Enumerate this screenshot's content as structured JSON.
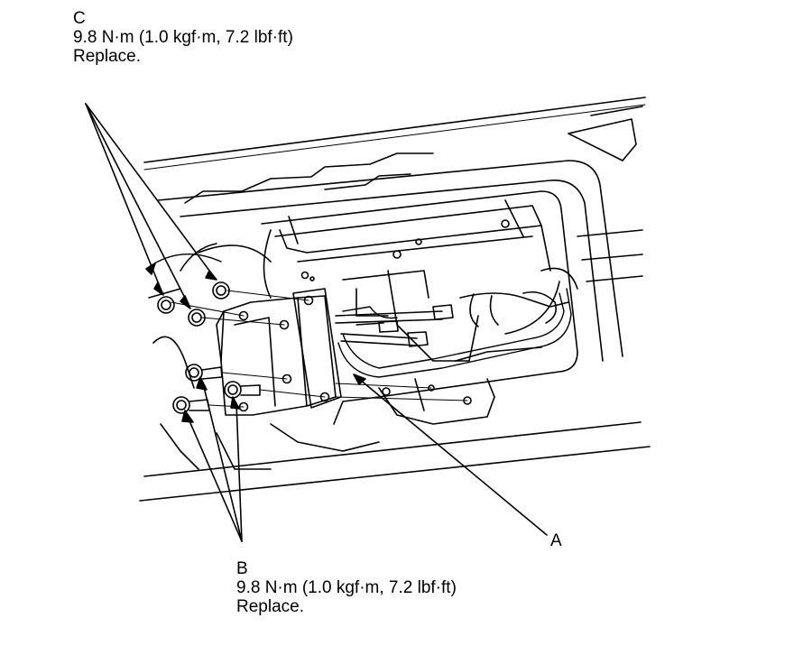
{
  "callouts": {
    "c": {
      "letter": "C",
      "torque": "9.8 N·m (1.0 kgf·m, 7.2 lbf·ft)",
      "note": "Replace."
    },
    "b": {
      "letter": "B",
      "torque": "9.8 N·m (1.0 kgf·m, 7.2 lbf·ft)",
      "note": "Replace."
    },
    "a": {
      "letter": "A"
    }
  },
  "colors": {
    "line": "#000000",
    "background": "#ffffff"
  }
}
